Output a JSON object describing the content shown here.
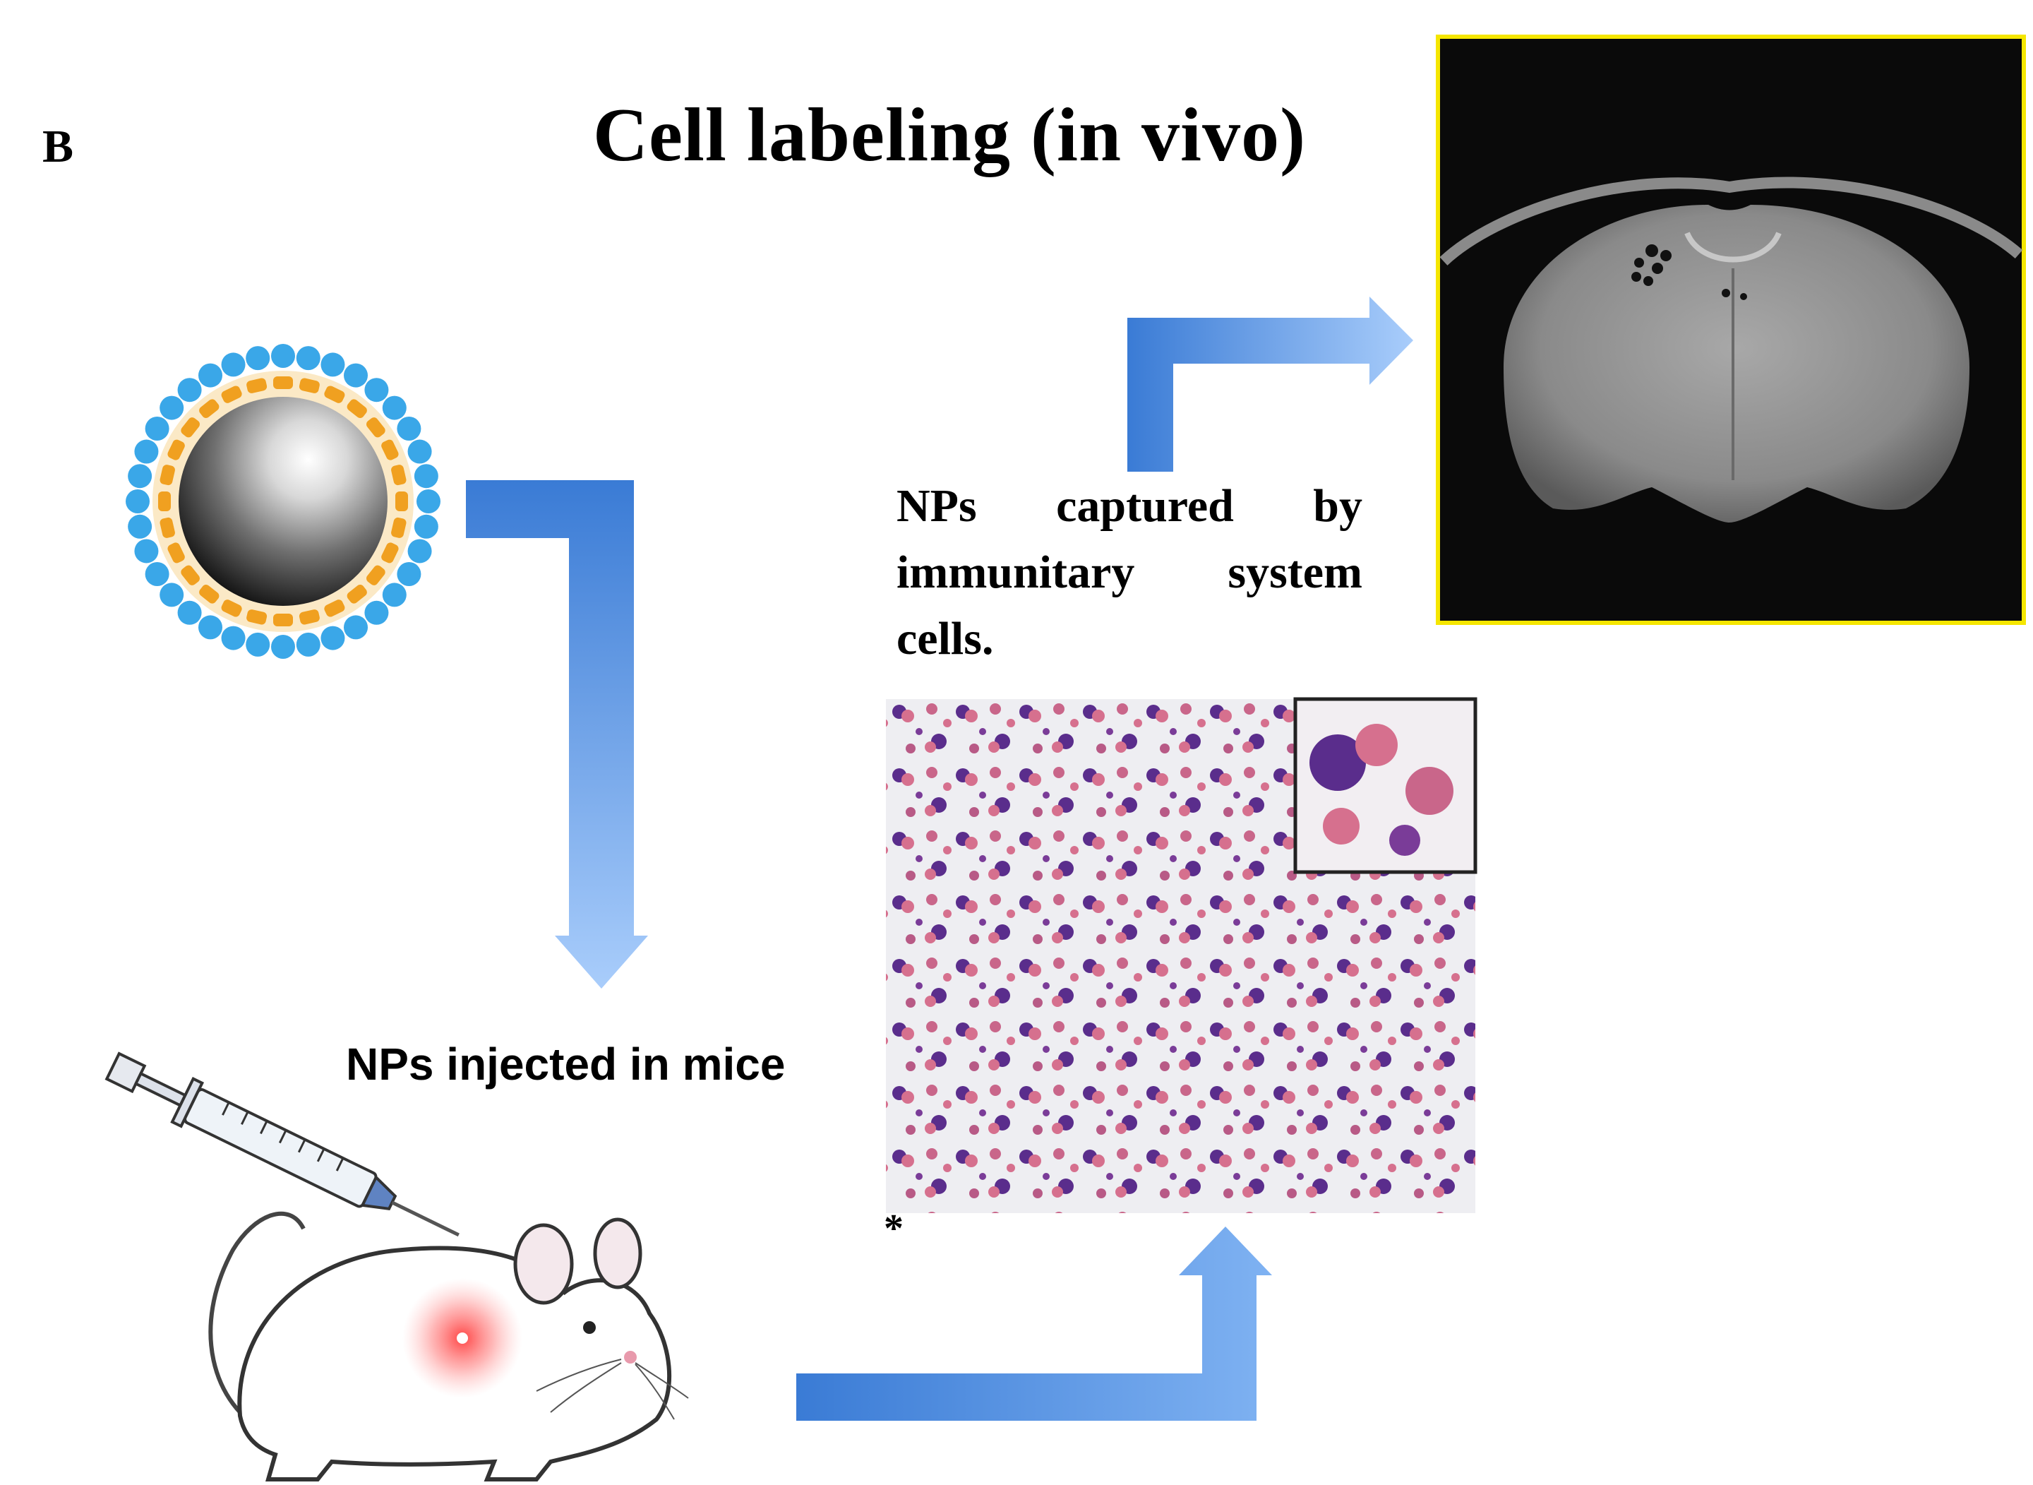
{
  "figure": {
    "panel_letter": "B",
    "title": "Cell labeling (in vivo)",
    "labels": {
      "injected": "NPs injected in mice",
      "captured": "NPs captured by immunitary system cells.",
      "asterisk": "*"
    }
  },
  "colors": {
    "arrow_dark": "#3a7bd5",
    "arrow_light": "#a9cdfb",
    "shell_outer": "#3aa7e8",
    "shell_inner": "#f0a020",
    "mri_frame": "#f5e600",
    "stain_purple": "#5a2d8c",
    "stain_pink": "#d6708e"
  },
  "icons": {
    "nanoparticle": "nanoparticle-icon",
    "syringe": "syringe-icon",
    "mouse": "mouse-icon",
    "histology": "histology-image",
    "mri": "mri-brain-image"
  }
}
